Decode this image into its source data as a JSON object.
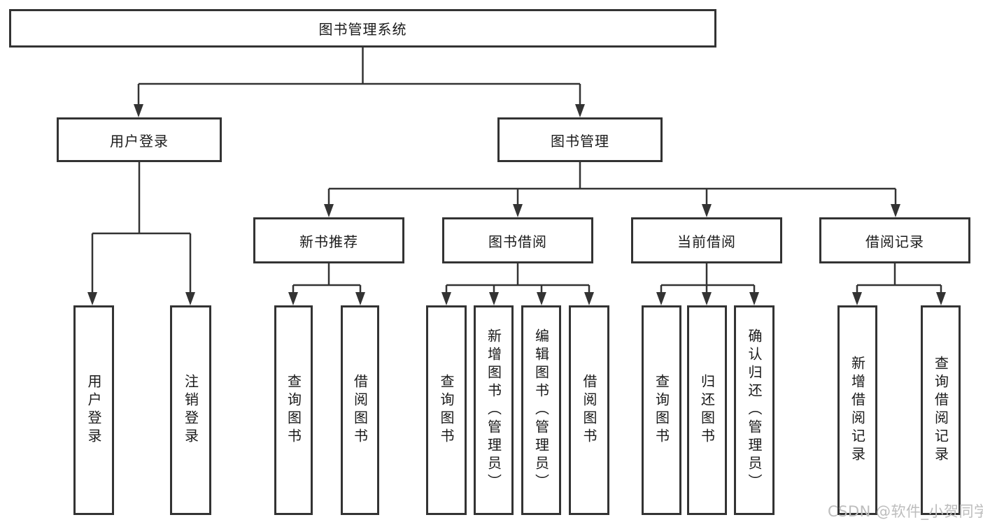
{
  "diagram": {
    "root": {
      "label": "图书管理系统"
    },
    "level2": [
      {
        "label": "用户登录"
      },
      {
        "label": "图书管理"
      }
    ],
    "level3": [
      {
        "label": "新书推荐"
      },
      {
        "label": "图书借阅"
      },
      {
        "label": "当前借阅"
      },
      {
        "label": "借阅记录"
      }
    ],
    "leaves": [
      {
        "label": "用户登录"
      },
      {
        "label": "注销登录"
      },
      {
        "label": "查询图书"
      },
      {
        "label": "借阅图书"
      },
      {
        "label": "查询图书"
      },
      {
        "label": "新增图书（管理员）"
      },
      {
        "label": "编辑图书（管理员）"
      },
      {
        "label": "借阅图书"
      },
      {
        "label": "查询图书"
      },
      {
        "label": "归还图书"
      },
      {
        "label": "确认归还（管理员）"
      },
      {
        "label": "新增借阅记录"
      },
      {
        "label": "查询借阅记录"
      }
    ]
  },
  "watermark": {
    "text": "CSDN @软件_小贺同学"
  },
  "colors": {
    "line": "#333333",
    "box_border": "#333333",
    "text": "#1a1a1a",
    "watermark": "#bdbdbd",
    "background": "#ffffff"
  }
}
